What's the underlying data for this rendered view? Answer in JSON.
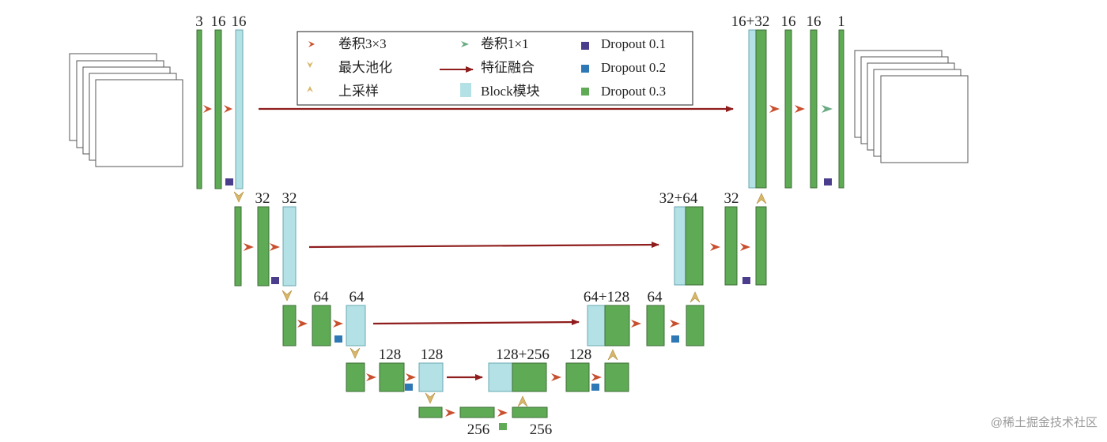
{
  "legend": {
    "conv3x3": "卷积3×3",
    "maxpool": "最大池化",
    "upsample": "上采样",
    "conv1x1": "卷积1×1",
    "fusion": "特征融合",
    "block": "Block模块",
    "dropout1": "Dropout 0.1",
    "dropout2": "Dropout 0.2",
    "dropout3": "Dropout 0.3"
  },
  "labels": {
    "l1_a": "3",
    "l1_b": "16",
    "l1_c": "16",
    "l2_a": "32",
    "l2_b": "32",
    "l3_a": "64",
    "l3_b": "64",
    "l4_a": "128",
    "l4_b": "128",
    "bot_a": "256",
    "bot_b": "256",
    "u4_cat": "128+256",
    "u4_a": "128",
    "u3_cat": "64+128",
    "u3_a": "64",
    "u2_cat": "32+64",
    "u2_a": "32",
    "u1_cat": "16+32",
    "u1_a": "16",
    "u1_b": "16",
    "u1_out": "1"
  },
  "colors": {
    "conv_block": "#5fab55",
    "block_module": "#b3e1e6",
    "conv3x3_arrow": "#c8502e",
    "conv1x1_arrow": "#6aab82",
    "maxpool_arrow": "#d8b76a",
    "fusion_arrow": "#8f1d1d",
    "dropout_01": "#4a3d8c",
    "dropout_02": "#2e79b5",
    "dropout_03": "#5fab55"
  },
  "watermark": "@稀土掘金技术社区"
}
